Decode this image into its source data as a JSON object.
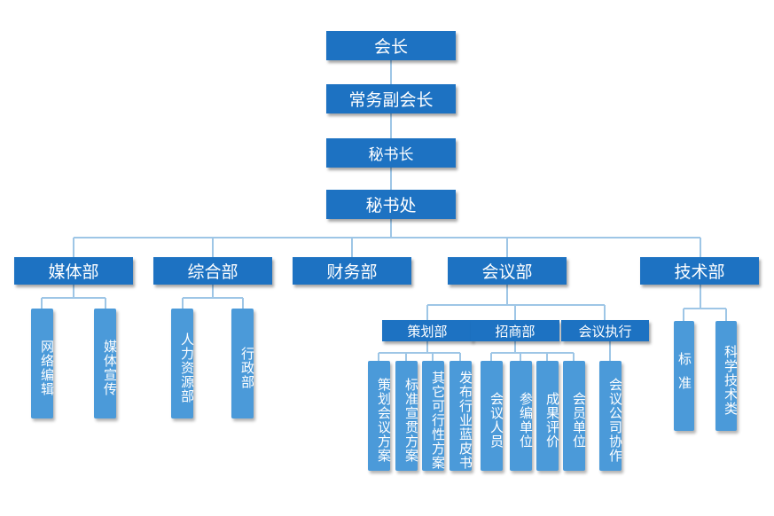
{
  "chairman": "会长",
  "vice_chairman": "常务副会长",
  "secretary_general": "秘书长",
  "secretariat": "秘书处",
  "departments": {
    "media": "媒体部",
    "general": "综合部",
    "finance": "财务部",
    "conference": "会议部",
    "technology": "技术部"
  },
  "media_units": [
    "网络编辑",
    "媒体宣传"
  ],
  "general_units": [
    "人力资源部",
    "行政部"
  ],
  "conference_subdepts": {
    "planning": "策划部",
    "investment": "招商部",
    "execution": "会议执行"
  },
  "planning_units": [
    "策划会议方案",
    "标准宣贯方案",
    "其它可行性方案",
    "发布行业蓝皮书"
  ],
  "investment_units": [
    "会议人员",
    "参编单位",
    "成果评价",
    "会员单位"
  ],
  "execution_units": [
    "会议公司协作"
  ],
  "technology_units": [
    "标准",
    "科学技术类"
  ],
  "colors": {
    "dark_box": "#1d72c2",
    "light_box": "#4b9ad9",
    "connector": "#9ec6e6"
  }
}
